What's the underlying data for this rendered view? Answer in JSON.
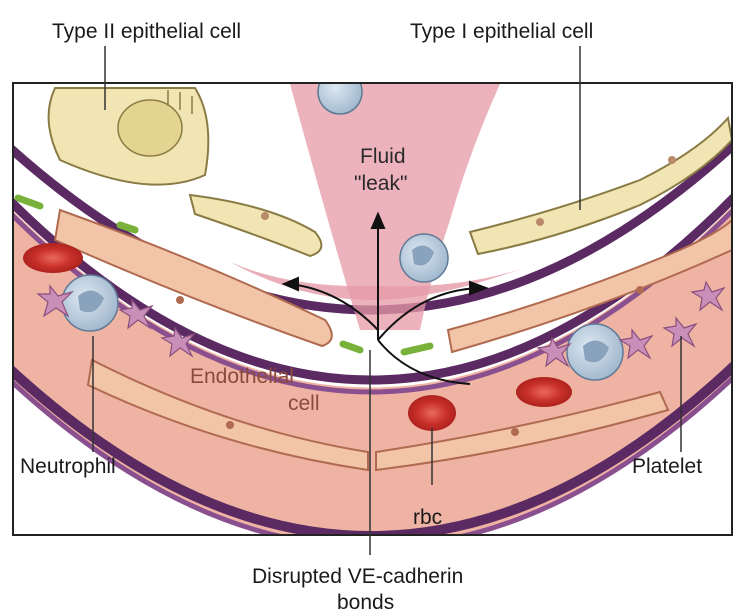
{
  "labels": {
    "type2": "Type II epithelial cell",
    "type1": "Type I epithelial cell",
    "fluid_line1": "Fluid",
    "fluid_line2": "\"leak\"",
    "endothelial_line1": "Endothelial",
    "endothelial_line2": "cell",
    "neutrophil": "Neutrophil",
    "platelet": "Platelet",
    "rbc": "rbc",
    "cadherin_line1": "Disrupted VE-cadherin",
    "cadherin_line2": "bonds"
  }
}
